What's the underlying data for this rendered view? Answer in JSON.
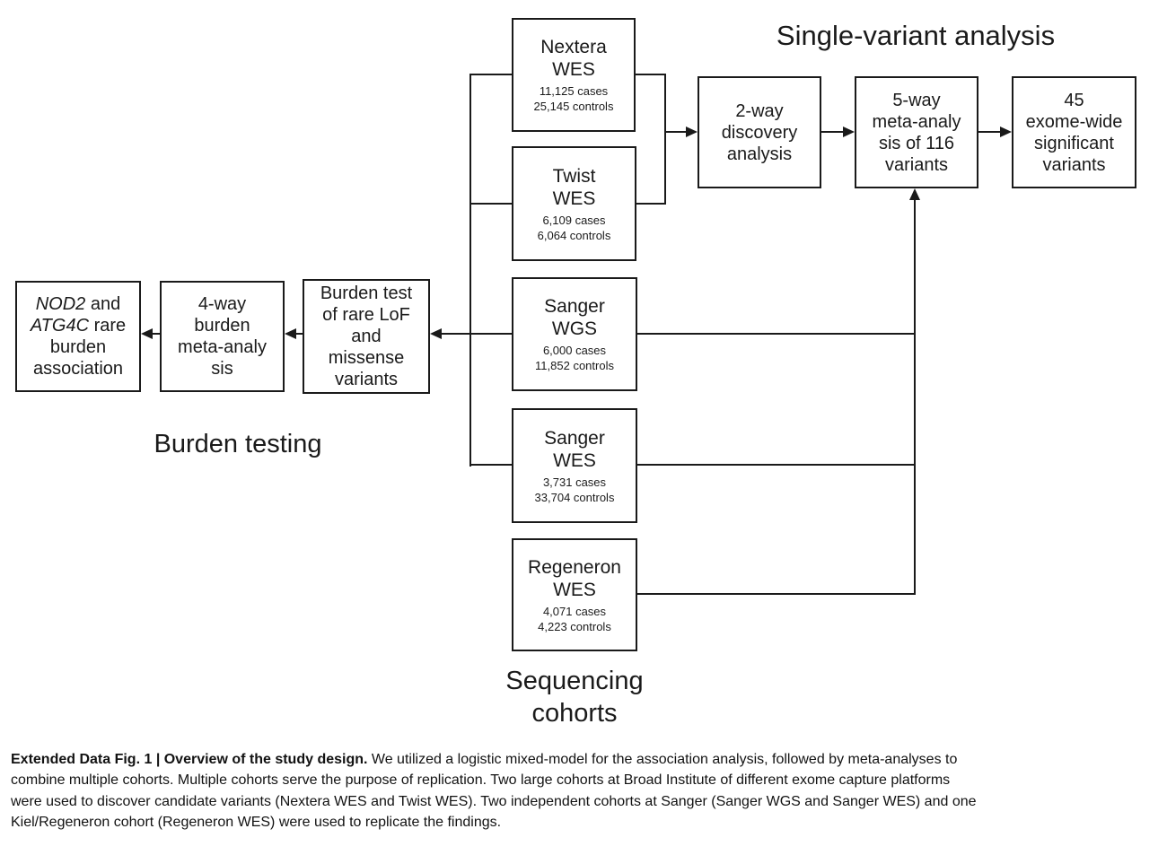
{
  "titles": {
    "single_variant": "Single-variant analysis",
    "burden_testing": "Burden testing",
    "sequencing_line1": "Sequencing",
    "sequencing_line2": "cohorts"
  },
  "cohorts": [
    {
      "name": [
        "Nextera",
        "WES"
      ],
      "cases": "11,125 cases",
      "controls": "25,145 controls"
    },
    {
      "name": [
        "Twist",
        "WES"
      ],
      "cases": "6,109 cases",
      "controls": "6,064 controls"
    },
    {
      "name": [
        "Sanger",
        "WGS"
      ],
      "cases": "6,000 cases",
      "controls": "11,852 controls"
    },
    {
      "name": [
        "Sanger",
        "WES"
      ],
      "cases": "3,731 cases",
      "controls": "33,704 controls"
    },
    {
      "name": [
        "Regeneron",
        "WES"
      ],
      "cases": "4,071 cases",
      "controls": "4,223 controls"
    }
  ],
  "flow": {
    "two_way": {
      "lines": [
        "2-way",
        "discovery",
        "analysis"
      ]
    },
    "five_way": {
      "lines": [
        "5-way",
        "meta-analy",
        "sis of 116",
        "variants"
      ]
    },
    "forty_five": {
      "lines": [
        "45",
        "exome-wide",
        "significant",
        "variants"
      ]
    },
    "four_way": {
      "lines": [
        "4-way",
        "burden",
        "meta-analy",
        "sis"
      ]
    },
    "burden_test": {
      "lines": [
        "Burden test",
        "of rare LoF",
        "and",
        "missense",
        "variants"
      ]
    },
    "nod2": {
      "gene1": "NOD2",
      "rest1": " and",
      "gene2": "ATG4C",
      "rest2": " rare",
      "line3": "burden",
      "line4": "association"
    }
  },
  "caption": {
    "lead_bold": "Extended Data Fig. 1 | Overview of the study design.",
    "line1_rest": " We utilized a logistic mixed-model for the association analysis, followed by meta-analyses to",
    "line2": "combine multiple cohorts. Multiple cohorts serve the purpose of replication. Two large cohorts at Broad Institute of different exome capture platforms",
    "line3": "were used to discover candidate variants (Nextera WES and Twist WES). Two independent cohorts at Sanger (Sanger WGS and Sanger WES) and one",
    "line4": "Kiel/Regeneron cohort (Regeneron WES) were used to replicate the findings."
  },
  "colors": {
    "line": "#1a1a1a",
    "text": "#1a1a1a",
    "background": "#ffffff"
  }
}
